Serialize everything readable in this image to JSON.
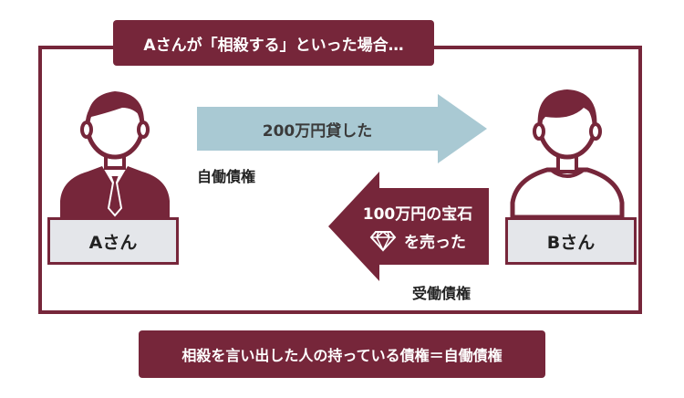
{
  "title": "Aさんが「相殺する」といった場合…",
  "colors": {
    "brand": "#76263a",
    "arrow_right": "#a9c9d3",
    "arrow_left": "#76263a",
    "name_box": "#e4e6ea"
  },
  "person_a": {
    "name": "Aさん",
    "icon": "businessman-icon"
  },
  "person_b": {
    "name": "Bさん",
    "icon": "person-icon"
  },
  "arrow_right": {
    "label": "200万円貸した"
  },
  "arrow_left": {
    "line1": "100万円の宝石",
    "line2": "を売った",
    "icon": "diamond-icon"
  },
  "claims": {
    "a_claim": "自働債権",
    "b_claim": "受働債権"
  },
  "conclusion": "相殺を言い出した人の持っている債権＝自働債権"
}
